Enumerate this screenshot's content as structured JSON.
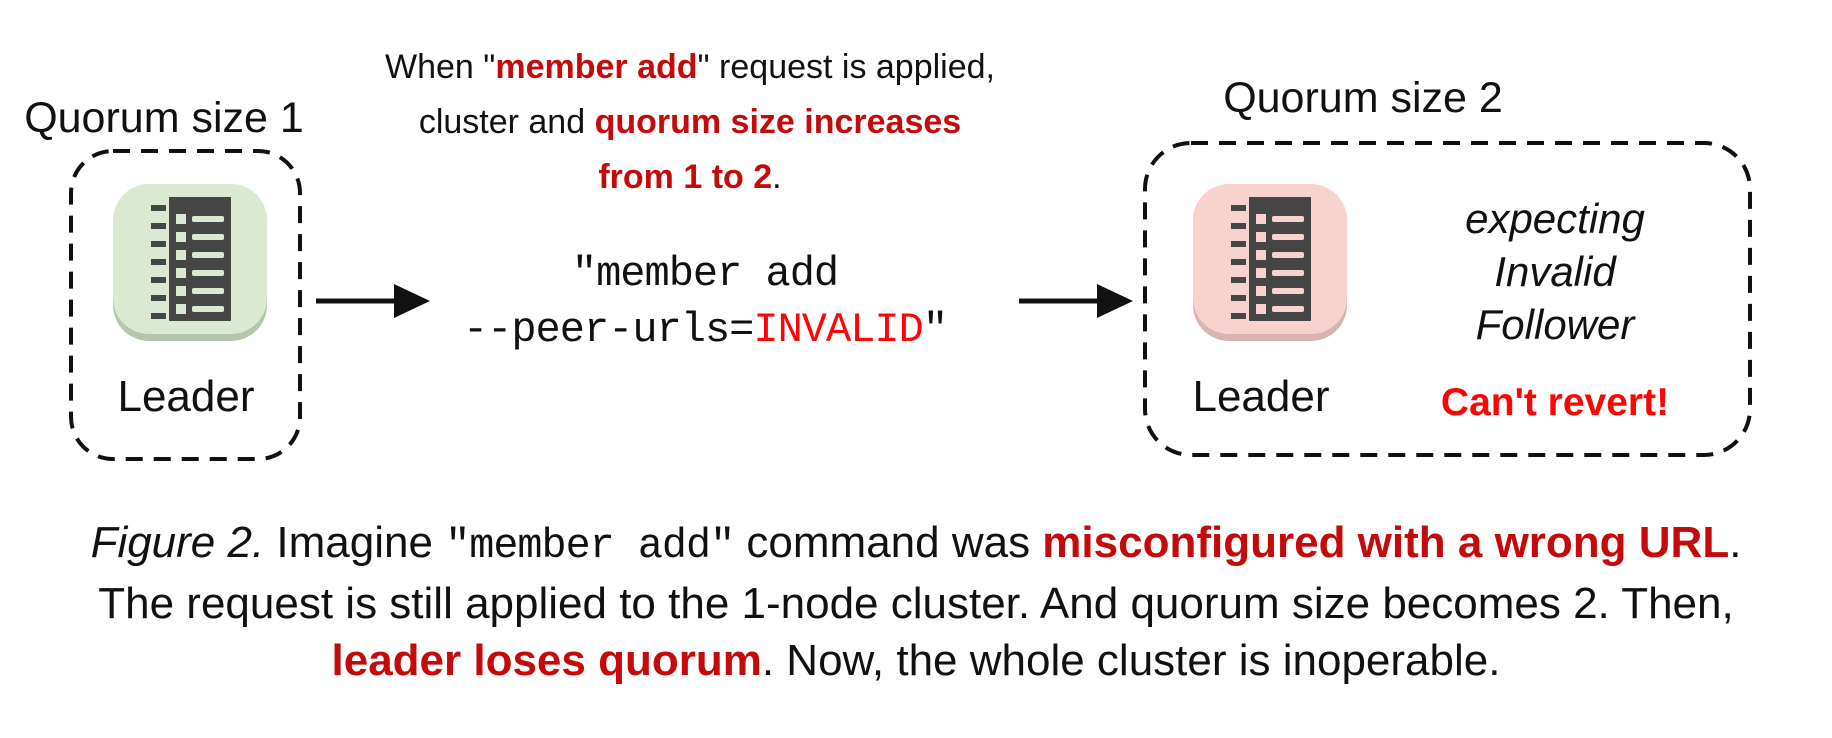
{
  "palette": {
    "ink": "#111111",
    "dark_red": "#c40a0a",
    "bright_red": "#fb0505",
    "glyph_gray": "#454545",
    "leader_green_bg": "#dbe9d3",
    "leader_green_lip": "#b4c7ab",
    "leader_pink_bg": "#f7d2cf",
    "leader_pink_lip": "#d9b3b1"
  },
  "left_cluster": {
    "heading": "Quorum size 1",
    "node_icon": "server-log-icon",
    "node_label": "Leader"
  },
  "right_cluster": {
    "heading": "Quorum size 2",
    "node_icon": "server-log-icon",
    "node_label": "Leader",
    "annotation_lines": [
      "expecting",
      "Invalid",
      "Follower"
    ],
    "warning": "Can't revert!"
  },
  "note": {
    "lines": [
      [
        {
          "t": "When \""
        },
        {
          "t": "member add",
          "s": "br"
        },
        {
          "t": "\" request is applied,"
        }
      ],
      [
        {
          "t": "cluster and "
        },
        {
          "t": "quorum size increases",
          "s": "br"
        }
      ],
      [
        {
          "t": "from 1 to 2",
          "s": "br"
        },
        {
          "t": "."
        }
      ]
    ]
  },
  "command": {
    "lines": [
      [
        {
          "t": "\"member add"
        }
      ],
      [
        {
          "t": "--peer-urls="
        },
        {
          "t": "INVALID",
          "s": "r"
        },
        {
          "t": "\""
        }
      ]
    ]
  },
  "caption": {
    "lines": [
      [
        {
          "t": "Figure 2.",
          "s": "i"
        },
        {
          "t": " Imagine "
        },
        {
          "t": "\"member add\"",
          "s": "m"
        },
        {
          "t": " command was "
        },
        {
          "t": "misconfigured with a wrong URL",
          "s": "br"
        },
        {
          "t": "."
        }
      ],
      [
        {
          "t": "The request is still applied to the 1-node cluster. And quorum size becomes 2. Then,"
        }
      ],
      [
        {
          "t": "leader loses quorum",
          "s": "br"
        },
        {
          "t": ". Now, the whole cluster is inoperable."
        }
      ]
    ]
  }
}
